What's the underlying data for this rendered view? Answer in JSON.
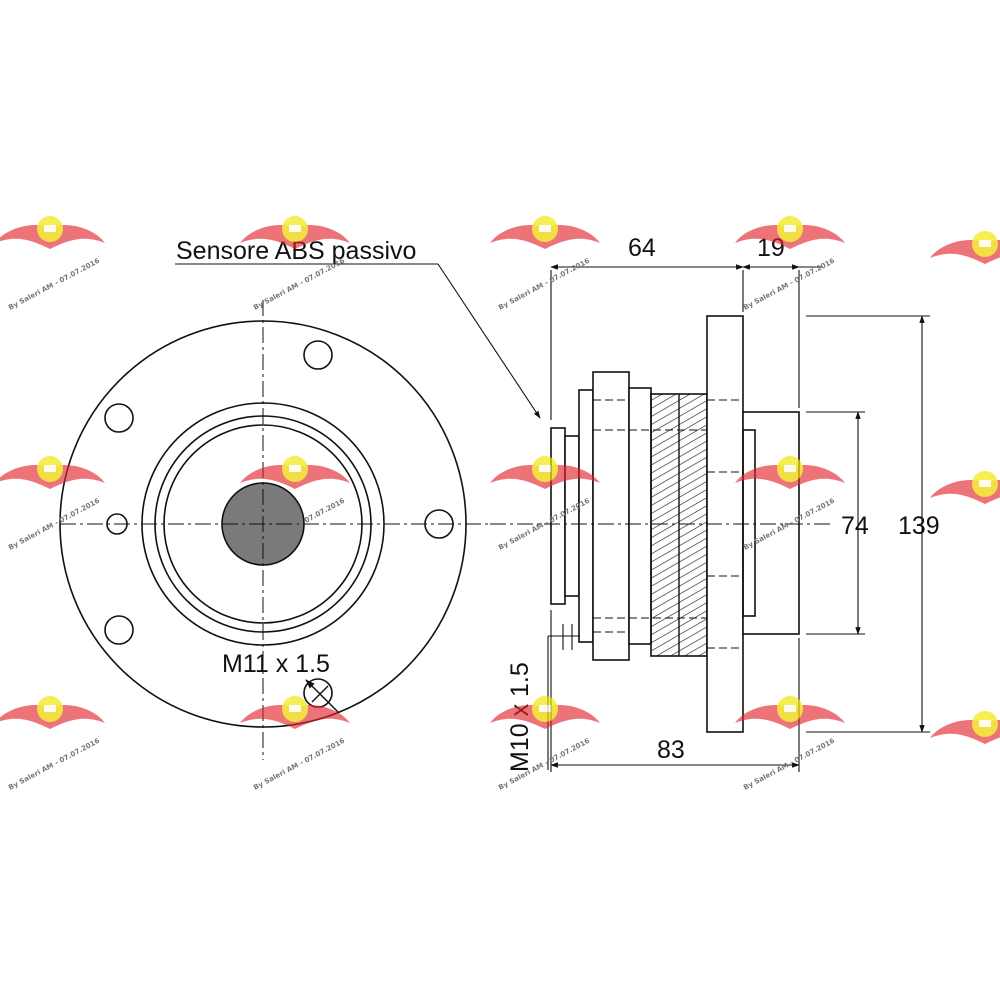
{
  "labels": {
    "abs_sensor": "Sensore ABS passivo",
    "bolt_thread": "M11 x 1.5",
    "mount_thread": "M10 x 1.5"
  },
  "dimensions": {
    "flange_to_hub_length": "64",
    "flange_thickness": "19",
    "pilot_diameter": "74",
    "flange_diameter": "139",
    "overall_length": "83"
  },
  "watermark": {
    "text": "By Saleri AM - 07.07.2016",
    "brand_color": "#e0242b",
    "badge_color": "#f2e600"
  }
}
